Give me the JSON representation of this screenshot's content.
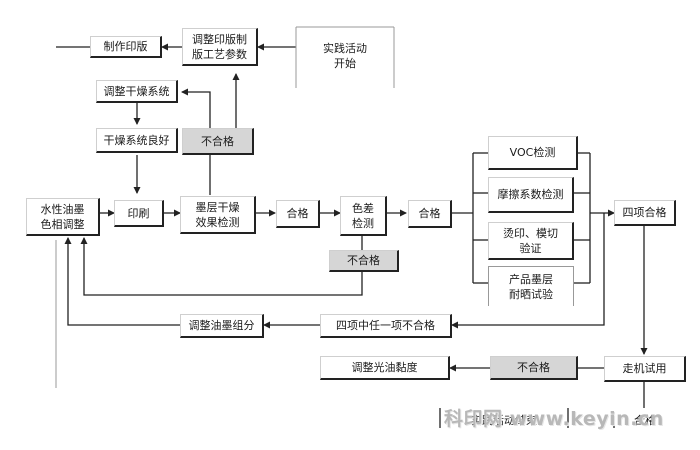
{
  "nodes": {
    "make_plate": "制作印版",
    "adjust_plate_line1": "调整印版制",
    "adjust_plate_line2": "版工艺参数",
    "start_line1": "实践活动",
    "start_line2": "开始",
    "adjust_dryer": "调整干燥系统",
    "dryer_ok": "干燥系统良好",
    "fail_dry": "不合格",
    "ink_adjust_line1": "水性油墨",
    "ink_adjust_line2": "色相调整",
    "print": "印刷",
    "dry_test_line1": "墨层干燥",
    "dry_test_line2": "效果检测",
    "pass1": "合格",
    "color_diff_line1": "色差",
    "color_diff_line2": "检测",
    "fail_color": "不合格",
    "pass2": "合格",
    "voc": "VOC检测",
    "friction": "摩擦系数检测",
    "foil_line1": "烫印、模切",
    "foil_line2": "验证",
    "ink_resist_line1": "产品墨层",
    "ink_resist_line2": "耐晒试验",
    "four_pass": "四项合格",
    "adjust_ink_comp": "调整油墨组分",
    "any_fail": "四项中任一项不合格",
    "adjust_varnish": "调整光油黏度",
    "fail_machine": "不合格",
    "machine_test": "走机试用",
    "practice_end": "实践活动结束",
    "pass_final": "合格"
  },
  "watermark": "科印网 www.keyin.cn"
}
